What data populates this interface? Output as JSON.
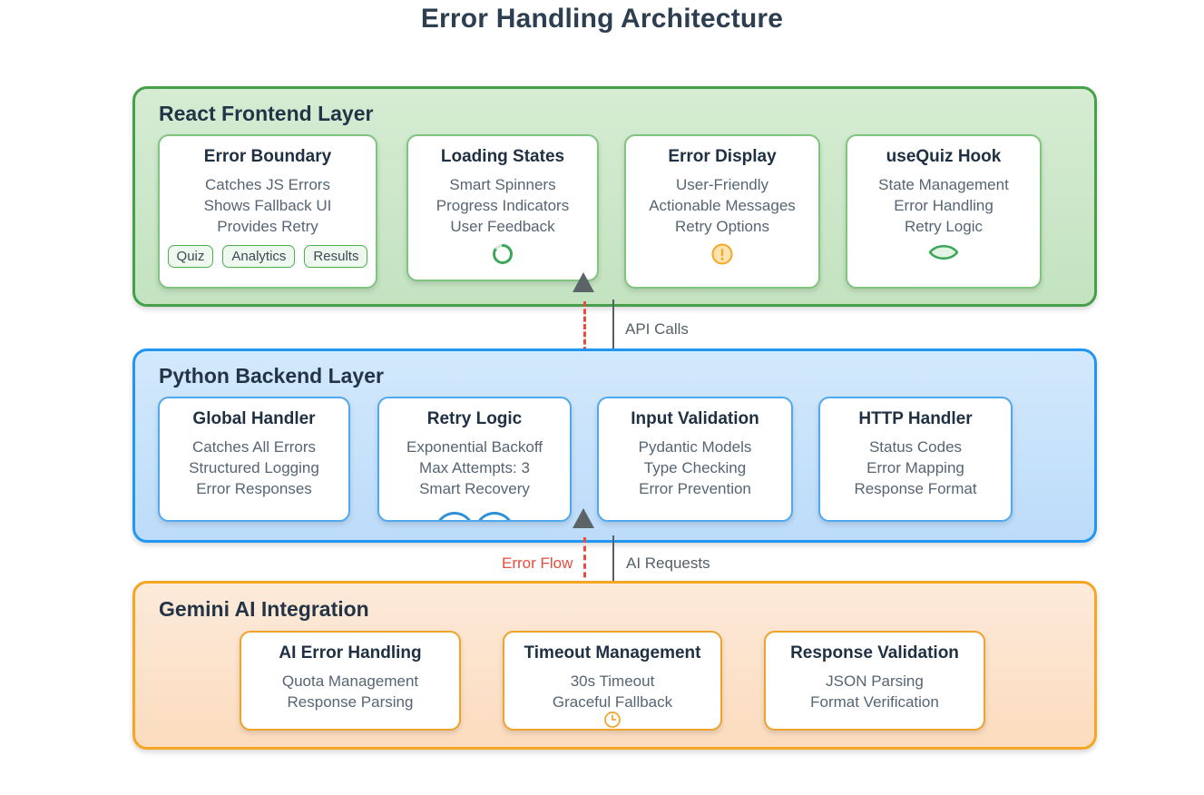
{
  "title": "Error Handling Architecture",
  "layers": [
    {
      "id": "react-frontend",
      "name": "React Frontend Layer",
      "border_color": "#45a049",
      "fill_color": "#c8e6c9",
      "cards": [
        {
          "title": "Error Boundary",
          "lines": [
            "Catches JS Errors",
            "Shows Fallback UI",
            "Provides Retry"
          ],
          "chips": [
            "Quiz",
            "Analytics",
            "Results"
          ],
          "icon": ""
        },
        {
          "title": "Loading States",
          "lines": [
            "Smart Spinners",
            "Progress Indicators",
            "User Feedback"
          ],
          "chips": [],
          "icon": "spinner-icon"
        },
        {
          "title": "Error Display",
          "lines": [
            "User-Friendly",
            "Actionable Messages",
            "Retry Options"
          ],
          "chips": [],
          "icon": "warning-exclamation-icon"
        },
        {
          "title": "useQuiz Hook",
          "lines": [
            "State Management",
            "Error Handling",
            "Retry Logic"
          ],
          "chips": [],
          "icon": "eye-lens-icon"
        }
      ]
    },
    {
      "id": "python-backend",
      "name": "Python Backend Layer",
      "border_color": "#2196f3",
      "fill_color": "#cce5fb",
      "cards": [
        {
          "title": "Global Handler",
          "lines": [
            "Catches All Errors",
            "Structured Logging",
            "Error Responses"
          ],
          "chips": [],
          "icon": ""
        },
        {
          "title": "Retry Logic",
          "lines": [
            "Exponential Backoff",
            "Max Attempts: 3",
            "Smart Recovery"
          ],
          "chips": [],
          "icon": "refresh-arcs-icon"
        },
        {
          "title": "Input Validation",
          "lines": [
            "Pydantic Models",
            "Type Checking",
            "Error Prevention"
          ],
          "chips": [],
          "icon": ""
        },
        {
          "title": "HTTP Handler",
          "lines": [
            "Status Codes",
            "Error Mapping",
            "Response Format"
          ],
          "chips": [],
          "icon": ""
        }
      ]
    },
    {
      "id": "gemini-ai",
      "name": "Gemini AI Integration",
      "border_color": "#f5a623",
      "fill_color": "#fde8d0",
      "cards": [
        {
          "title": "AI Error Handling",
          "lines": [
            "Quota Management",
            "Response Parsing"
          ],
          "chips": [],
          "icon": ""
        },
        {
          "title": "Timeout Management",
          "lines": [
            "30s Timeout",
            "Graceful Fallback"
          ],
          "chips": [],
          "icon": "clock-icon"
        },
        {
          "title": "Response Validation",
          "lines": [
            "JSON Parsing",
            "Format Verification"
          ],
          "chips": [],
          "icon": ""
        }
      ]
    }
  ],
  "connectors": [
    {
      "label": "API Calls",
      "color": "#555f66",
      "style": "solid",
      "direction": "down"
    },
    {
      "label": "Error Flow",
      "color": "#e74c3c",
      "style": "dashed",
      "direction": "up"
    },
    {
      "label": "AI Requests",
      "color": "#555f66",
      "style": "solid",
      "direction": "down"
    }
  ]
}
